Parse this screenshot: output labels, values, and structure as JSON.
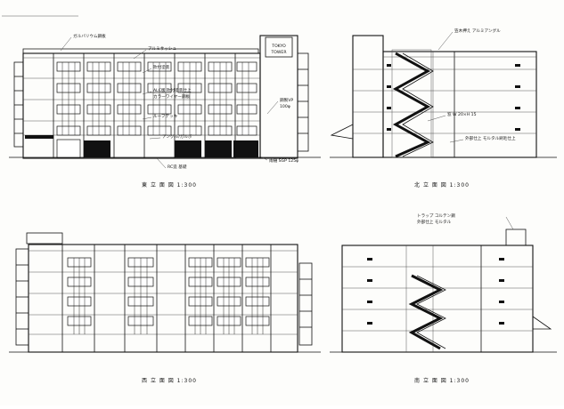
{
  "captions": {
    "east": "東 立 面 図  1:300",
    "north": "北 立 面 図  1:300",
    "west": "西 立 面 図  1:300",
    "south": "南 立 面 図  1:300"
  },
  "east": {
    "sign_line1": "TOKYO",
    "sign_line2": "TOWER",
    "notes": [
      "ガルバリウム鋼板",
      "アルミサッシュ",
      "吹付塗装",
      "ALC版 吹付塗装仕上",
      "カラーワイヤー鋼板",
      "ルーフデッキ",
      "アングル/ガルボ",
      "RC造 基礎",
      "鋼製VP",
      "100φ",
      "雨樋 SGP 125φ"
    ]
  },
  "north": {
    "notes": [
      "笠木押え アルミアングル",
      "窓 W 20×H 15",
      "外部仕上 モルタル刷毛仕上"
    ]
  },
  "south": {
    "notes": [
      "トラップ コルテン鋼",
      "外部仕上 モルタル"
    ]
  }
}
